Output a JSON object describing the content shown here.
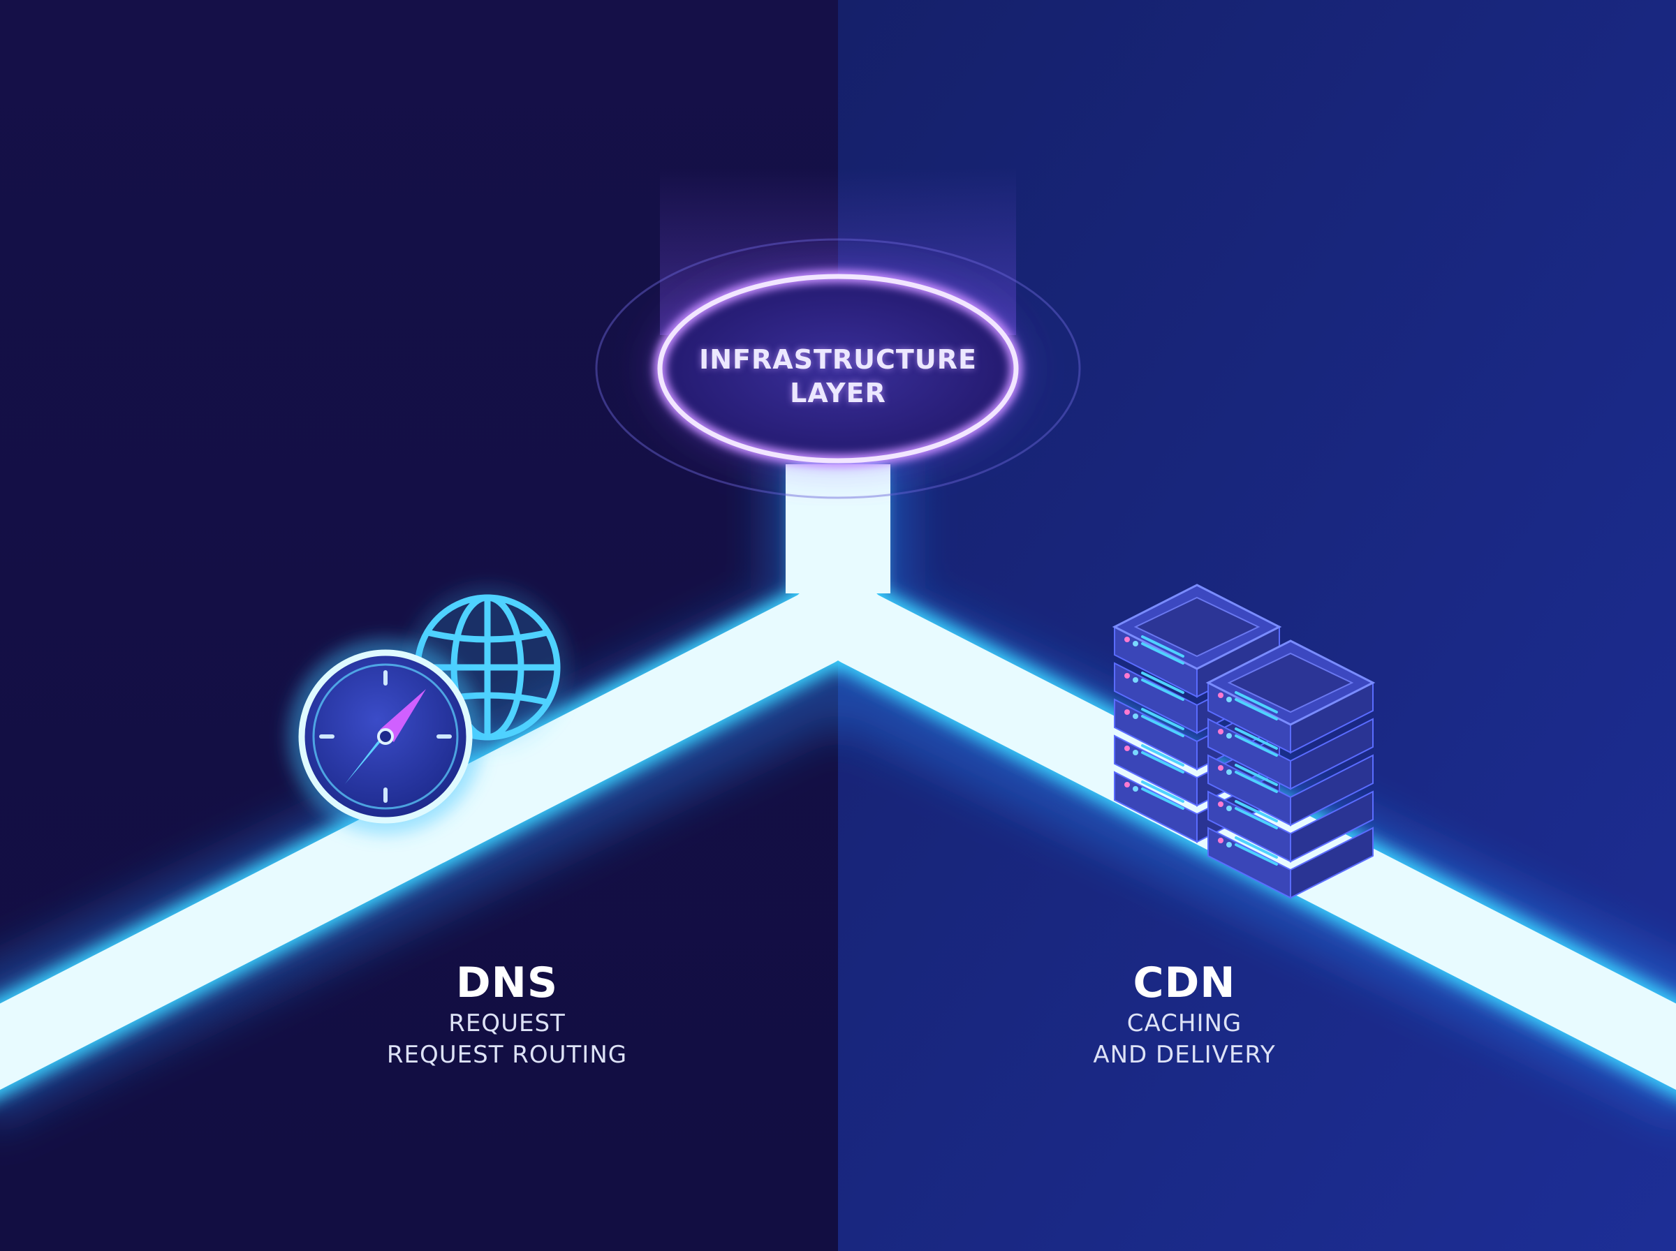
{
  "hub": {
    "label_line1": "INFRASTRUCTURE",
    "label_line2": "LAYER"
  },
  "dns": {
    "title": "DNS",
    "subtitle_line1": "REQUEST",
    "subtitle_line2": "REQUEST ROUTING",
    "icons": [
      "compass-icon",
      "globe-icon"
    ]
  },
  "cdn": {
    "title": "CDN",
    "subtitle_line1": "CACHING",
    "subtitle_line2": "AND DELIVERY",
    "icons": [
      "server-rack-icon"
    ]
  },
  "colors": {
    "background_left": "#14104a",
    "background_right": "#1a2a8a",
    "path_glow": "#38c8ff",
    "path_core": "#eafcff",
    "hub_ring": "#b070ff",
    "server_body": "#3440b0"
  }
}
